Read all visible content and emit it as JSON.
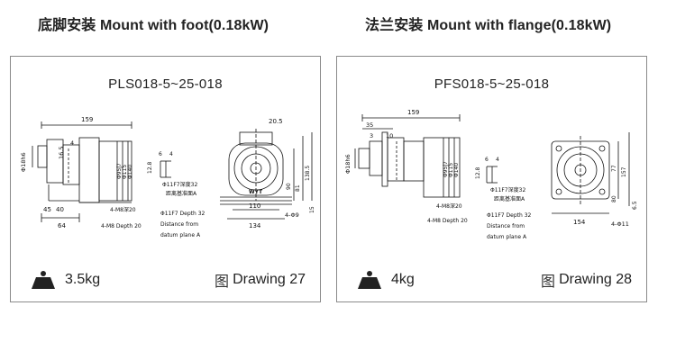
{
  "left": {
    "heading": "底脚安装 Mount with foot(0.18kW)",
    "model": "PLS018-5~25-018",
    "weight": "3.5kg",
    "drawing_icon": "图",
    "drawing_label": "Drawing 27",
    "dims": {
      "len159": "159",
      "d20_5": "20.5",
      "phi18h6": "Φ18h6",
      "d16_5": "16.5",
      "d4": "4",
      "phi95j7": "Φ95j7",
      "phi115": "Φ115",
      "phi140": "Φ140",
      "d45": "45",
      "d40": "40",
      "d64": "64",
      "d4m8_20": "4-M8深20",
      "d4m8_depth": "4-M8 Depth 20",
      "d12_8": "12.8",
      "d6": "6",
      "phi11f7_cn": "Φ11F7深度32",
      "cn_dist": "距离基准面A",
      "phi11f7_en": "Φ11F7 Depth 32",
      "dist_from": "Distance from",
      "datum": "datum plane A",
      "d110": "110",
      "d134": "134",
      "d90": "90",
      "d81": "81",
      "d138_5": "138.5",
      "d4phi9": "4-Φ9",
      "d15": "15",
      "logo": "WYT"
    }
  },
  "right": {
    "heading": "法兰安装 Mount with flange(0.18kW)",
    "model": "PFS018-5~25-018",
    "weight": "4kg",
    "drawing_icon": "图",
    "drawing_label": "Drawing 28",
    "dims": {
      "len159": "159",
      "d35": "35",
      "d3": "3",
      "d10": "10",
      "phi18h6": "Φ18h6",
      "phi95j7": "Φ95j7",
      "phi115": "Φ115",
      "phi140": "Φ140",
      "d4m8_20": "4-M8深20",
      "d4m8_depth": "4-M8 Depth 20",
      "d12_8": "12.8",
      "d6": "6",
      "d4": "4",
      "phi11f7_cn": "Φ11F7深度32",
      "cn_dist": "距离基准面A",
      "phi11f7_en": "Φ11F7 Depth 32",
      "dist_from": "Distance from",
      "datum": "datum plane A",
      "d77": "77",
      "d157": "157",
      "d80": "80",
      "d6_5": "6.5",
      "d4phi11": "4-Φ11",
      "d154": "154"
    }
  }
}
